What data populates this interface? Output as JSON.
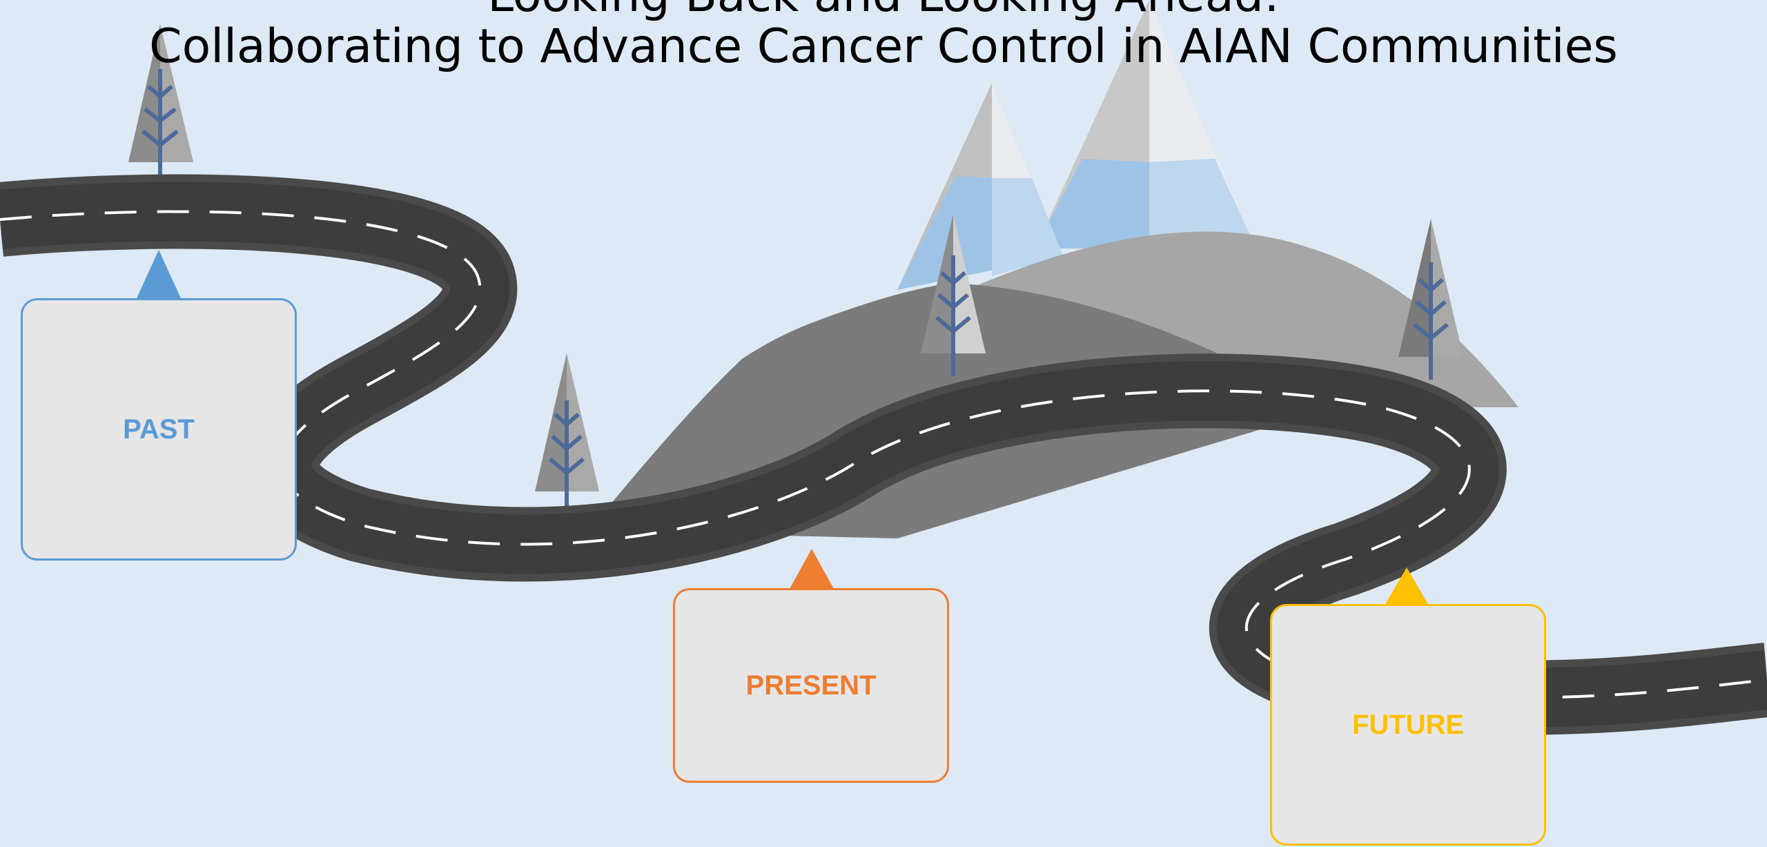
{
  "title": {
    "line1": "Looking Back and Looking Ahead:",
    "line2": "Collaborating to Advance Cancer Control in AIAN Communities"
  },
  "milestones": [
    {
      "id": "past",
      "label": "PAST",
      "color": "#5b9bd5"
    },
    {
      "id": "present",
      "label": "PRESENT",
      "color": "#ed7d31"
    },
    {
      "id": "future",
      "label": "FUTURE",
      "color": "#ffc000"
    }
  ],
  "colors": {
    "background": "#dde9f5",
    "road": "#3d3d3d",
    "road_edge": "#4a4a4a",
    "road_marking": "#ffffff",
    "callout_fill": "#e6e6e6",
    "hill_light": "#a6a6a6",
    "hill_dark": "#7b7b7b",
    "mountain_ice": "#9dc3e6",
    "mountain_snow": "#c0c0c0",
    "tree_canopy": "#8c8c8c",
    "tree_trunk": "#4e6a9a"
  },
  "icons": [
    "tree-icon",
    "mountain-icon",
    "road-icon"
  ]
}
